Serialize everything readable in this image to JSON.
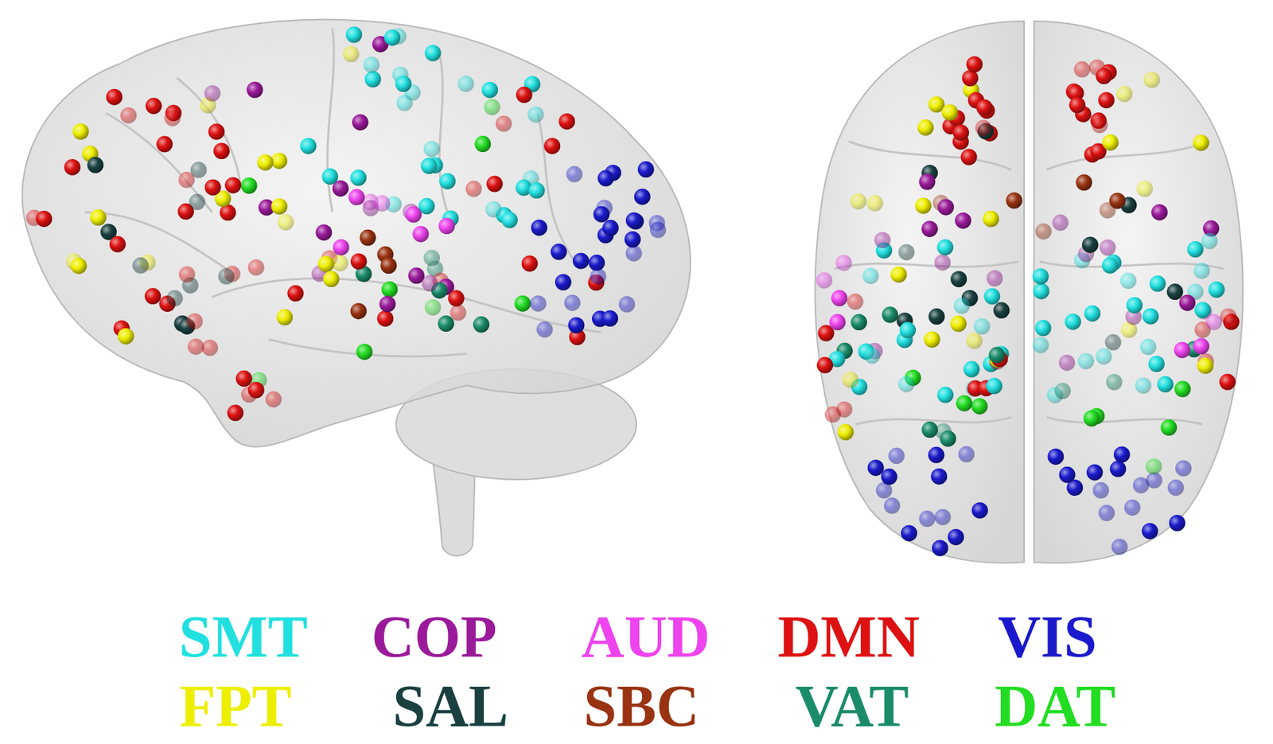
{
  "diagram": {
    "legend": [
      {
        "text": "SMT",
        "color": "#22e0e0"
      },
      {
        "text": "COP",
        "color": "#9a1a9a"
      },
      {
        "text": "AUD",
        "color": "#ee44ee"
      },
      {
        "text": "DMN",
        "color": "#dd1111"
      },
      {
        "text": "VIS",
        "color": "#1a1acc"
      },
      {
        "text": "FPT",
        "color": "#eeee00"
      },
      {
        "text": "SAL",
        "color": "#1a4040"
      },
      {
        "text": "SBC",
        "color": "#993311"
      },
      {
        "text": "VAT",
        "color": "#1a8c6a"
      },
      {
        "text": "DAT",
        "color": "#22dd22"
      }
    ]
  }
}
